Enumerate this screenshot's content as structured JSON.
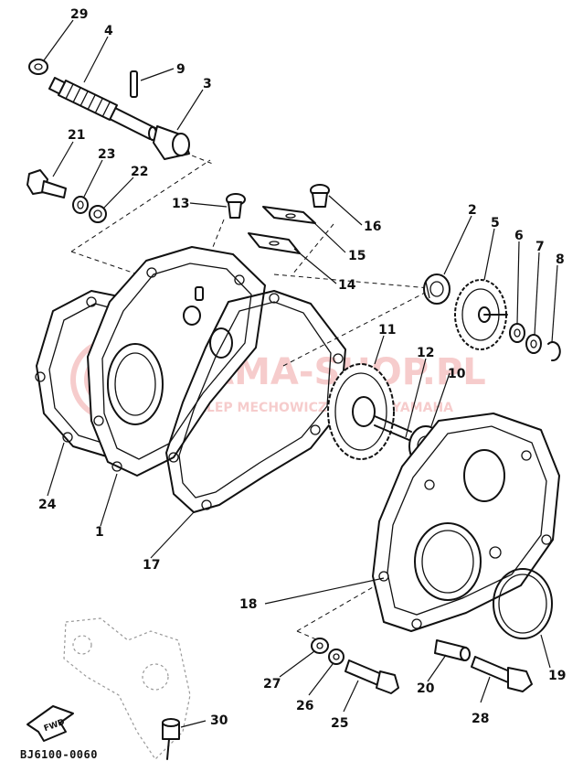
{
  "diagram": {
    "drawing_code": "BJ6100-0060",
    "fwd_label": "FWD",
    "watermark": {
      "line1": "YAMA-SHOP.PL",
      "line2": "SKLEP MECHOWICZ DEALER YAMAHA",
      "color": "#e24a4a"
    },
    "callouts": {
      "c1": "1",
      "c2": "2",
      "c3": "3",
      "c4": "4",
      "c5": "5",
      "c6": "6",
      "c7": "7",
      "c8": "8",
      "c9": "9",
      "c10": "10",
      "c11": "11",
      "c12": "12",
      "c13": "13",
      "c14": "14",
      "c15": "15",
      "c16": "16",
      "c17": "17",
      "c18": "18",
      "c19": "19",
      "c20": "20",
      "c21": "21",
      "c22": "22",
      "c23": "23",
      "c24": "24",
      "c25": "25",
      "c26": "26",
      "c27": "27",
      "c28": "28",
      "c29": "29",
      "c30": "30"
    }
  }
}
